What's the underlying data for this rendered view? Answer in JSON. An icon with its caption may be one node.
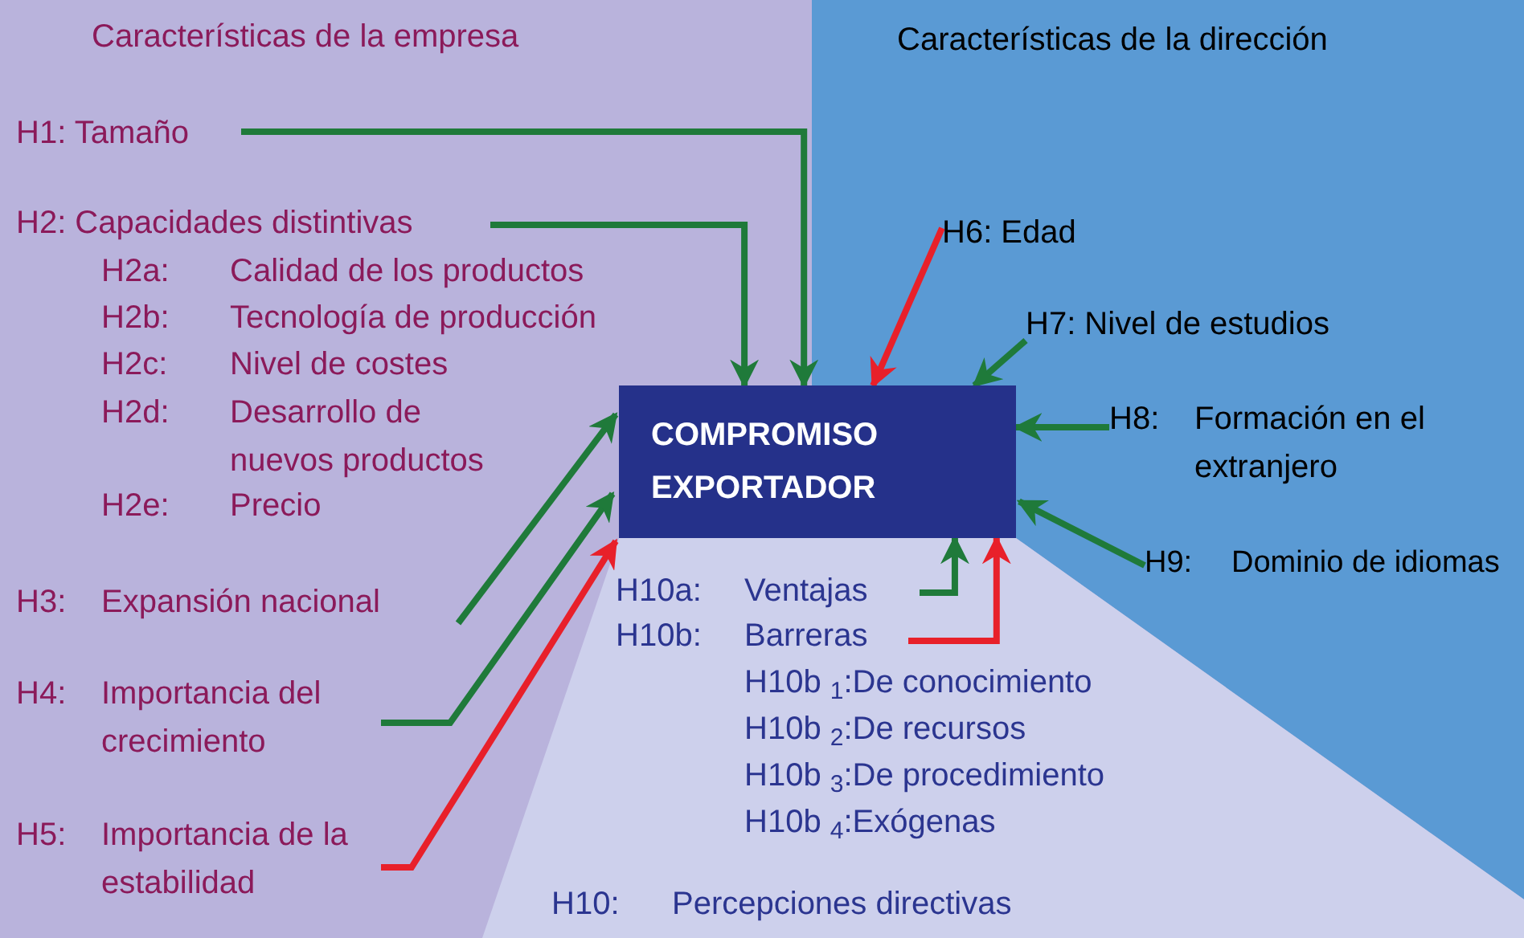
{
  "diagram": {
    "nodes": [
      {
        "text": [
          "COMPROMISO EXPORTADOR"
        ]
      },
      {
        "text": [
          "H1: Tamaño"
        ]
      },
      {
        "text": [
          "H2: Capacidades distintivas"
        ]
      },
      {
        "text": [
          "H3:",
          "Expansión nacional"
        ]
      },
      {
        "text": [
          "H4:",
          "Importancia del crecimiento"
        ]
      },
      {
        "text": [
          "H5:",
          "Importancia de la estabilidad"
        ]
      },
      {
        "text": [
          "H6: Edad"
        ]
      },
      {
        "text": [
          "H7: Nivel de estudios"
        ]
      },
      {
        "text": [
          "H8:",
          "Formación en el extranjero"
        ]
      },
      {
        "text": [
          "H9:",
          "Dominio de idiomas"
        ]
      },
      {
        "text": [
          "H10a:",
          "Ventajas"
        ]
      },
      {
        "text": [
          "H10b:",
          "Barreras"
        ]
      }
    ],
    "edges": [
      {
        "from": 1,
        "to": 0,
        "arrow": "to"
      },
      {
        "from": 2,
        "to": 0,
        "arrow": "to"
      },
      {
        "from": 3,
        "to": 0,
        "arrow": "to"
      },
      {
        "from": 4,
        "to": 0,
        "arrow": "to"
      },
      {
        "from": 5,
        "to": 0,
        "arrow": "to",
        "color": "#e8202a"
      },
      {
        "from": 6,
        "to": 0,
        "arrow": "to",
        "color": "#e8202a"
      },
      {
        "from": 7,
        "to": 0,
        "arrow": "to"
      },
      {
        "from": 8,
        "to": 0,
        "arrow": "to"
      },
      {
        "from": 9,
        "to": 0,
        "arrow": "to"
      },
      {
        "from": 10,
        "to": 0,
        "arrow": "to"
      },
      {
        "from": 11,
        "to": 0,
        "arrow": "to",
        "color": "#e8202a"
      }
    ],
    "labels": [
      "Características de la empresa",
      "Características de la dirección",
      "H2a:",
      "Calidad de los productos",
      "H2b:",
      "Tecnología de producción",
      "H2c:",
      "Nivel de costes",
      "H2d:",
      "Desarrollo de nuevos productos",
      "H2e:",
      "Precio",
      "H10b $_{1}$:De conocimiento",
      "H10b $_{2}$:De recursos",
      "H10b $_{3}$:De procedimiento",
      "H10b $_{4}$:Exógenas",
      "H10:",
      "Percepciones directivas"
    ]
  }
}
